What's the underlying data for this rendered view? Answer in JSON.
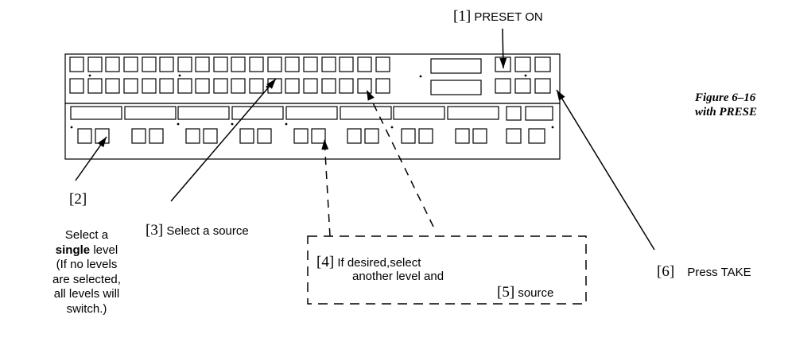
{
  "callouts": {
    "c1": {
      "num": "[1]",
      "text": "PRESET ON"
    },
    "c2": {
      "num": "[2]",
      "lines": [
        "Select a",
        "single",
        "level",
        "(If no levels",
        "are selected,",
        "all levels will",
        "switch.)"
      ]
    },
    "c3": {
      "num": "[3]",
      "text": "Select a source"
    },
    "c4": {
      "num": "[4]",
      "line1": "If desired,select",
      "line2": "another level and"
    },
    "c5": {
      "num": "[5]",
      "text": "source"
    },
    "c6": {
      "num": "[6]",
      "text": "Press TAKE"
    }
  },
  "figure": {
    "label": "Figure 6–16",
    "subtitle": "with PRESE"
  },
  "colors": {
    "ink": "#000000",
    "panel": "#ffffff"
  }
}
